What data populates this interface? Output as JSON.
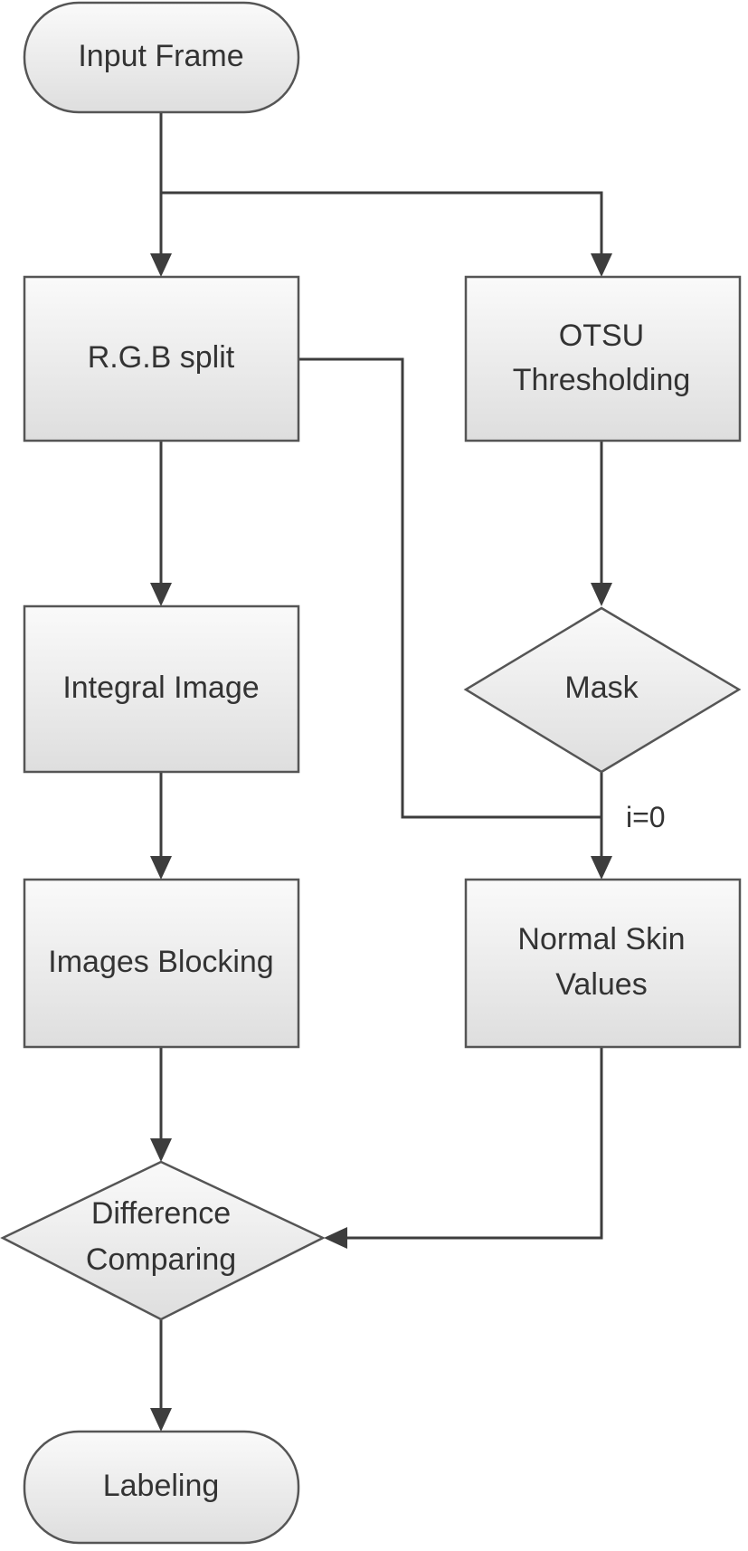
{
  "nodes": {
    "input_frame": "Input Frame",
    "rgb_split": "R.G.B split",
    "otsu": [
      "OTSU",
      "Thresholding"
    ],
    "integral_image": "Integral Image",
    "mask": "Mask",
    "images_blocking": "Images Blocking",
    "normal_skin": [
      "Normal Skin",
      "Values"
    ],
    "difference": [
      "Difference",
      "Comparing"
    ],
    "labeling": "Labeling"
  },
  "edge_labels": {
    "mask_to_normal": "i=0"
  }
}
